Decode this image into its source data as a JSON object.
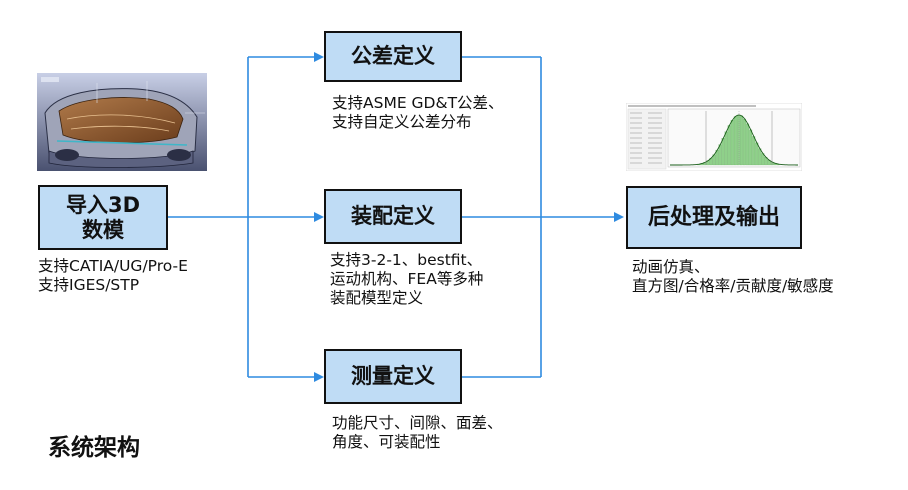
{
  "boxes": {
    "import": {
      "lines": [
        "导入3D",
        "数模"
      ]
    },
    "tolerance": {
      "label": "公差定义"
    },
    "assembly": {
      "label": "装配定义"
    },
    "measure": {
      "label": "测量定义"
    },
    "post": {
      "label": "后处理及输出"
    }
  },
  "descriptions": {
    "import": [
      "支持CATIA/UG/Pro-E",
      "支持IGES/STP"
    ],
    "tolerance": [
      "支持ASME GD&T公差、",
      "支持自定义公差分布"
    ],
    "assembly": [
      "支持3-2-1、bestfit、",
      "运动机构、FEA等多种",
      "装配模型定义"
    ],
    "measure": [
      "功能尺寸、间隙、面差、",
      "角度、可装配性"
    ],
    "post": [
      "动画仿真、",
      "直方图/合格率/贡献度/敏感度"
    ]
  },
  "title": "系统架构",
  "colors": {
    "box_fill": "#bfdcf5",
    "arrow": "#2f8be0",
    "histogram_bars": "#8fd08a",
    "curve": "#1a5d1a"
  },
  "images": {
    "car_model": "car-body-3d-model",
    "histogram": "distribution-histogram-thumbnail"
  }
}
